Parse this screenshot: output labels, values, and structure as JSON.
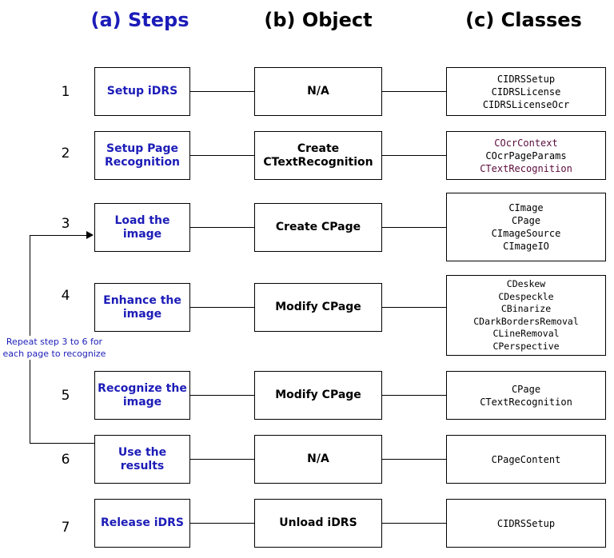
{
  "headers": {
    "steps": "(a) Steps",
    "object": "(b) Object",
    "classes": "(c) Classes"
  },
  "colors": {
    "step_text": "#1c1cb8",
    "header_steps": "#1c1cb8",
    "class_highlight": "#5a0a3a"
  },
  "rows": [
    {
      "num": "1",
      "step": "Setup iDRS",
      "object": "N/A",
      "classes": [
        "CIDRSSetup",
        "CIDRSLicense",
        "CIDRSLicenseOcr"
      ]
    },
    {
      "num": "2",
      "step": "Setup Page Recognition",
      "object": "Create CTextRecognition",
      "classes": [
        "COcrContext",
        "COcrPageParams",
        "CTextRecognition"
      ]
    },
    {
      "num": "3",
      "step": "Load the image",
      "object": "Create CPage",
      "classes": [
        "CImage",
        "CPage",
        "CImageSource",
        "CImageIO"
      ]
    },
    {
      "num": "4",
      "step": "Enhance the image",
      "object": "Modify CPage",
      "classes": [
        "CDeskew",
        "CDespeckle",
        "CBinarize",
        "CDarkBordersRemoval",
        "CLineRemoval",
        "CPerspective"
      ]
    },
    {
      "num": "5",
      "step": "Recognize the image",
      "object": "Modify CPage",
      "classes": [
        "CPage",
        "CTextRecognition"
      ]
    },
    {
      "num": "6",
      "step": "Use the results",
      "object": "N/A",
      "classes": [
        "CPageContent"
      ]
    },
    {
      "num": "7",
      "step": "Release iDRS",
      "object": "Unload iDRS",
      "classes": [
        "CIDRSSetup"
      ]
    }
  ],
  "loop_note": "Repeat step 3 to 6 for each page to recognize"
}
